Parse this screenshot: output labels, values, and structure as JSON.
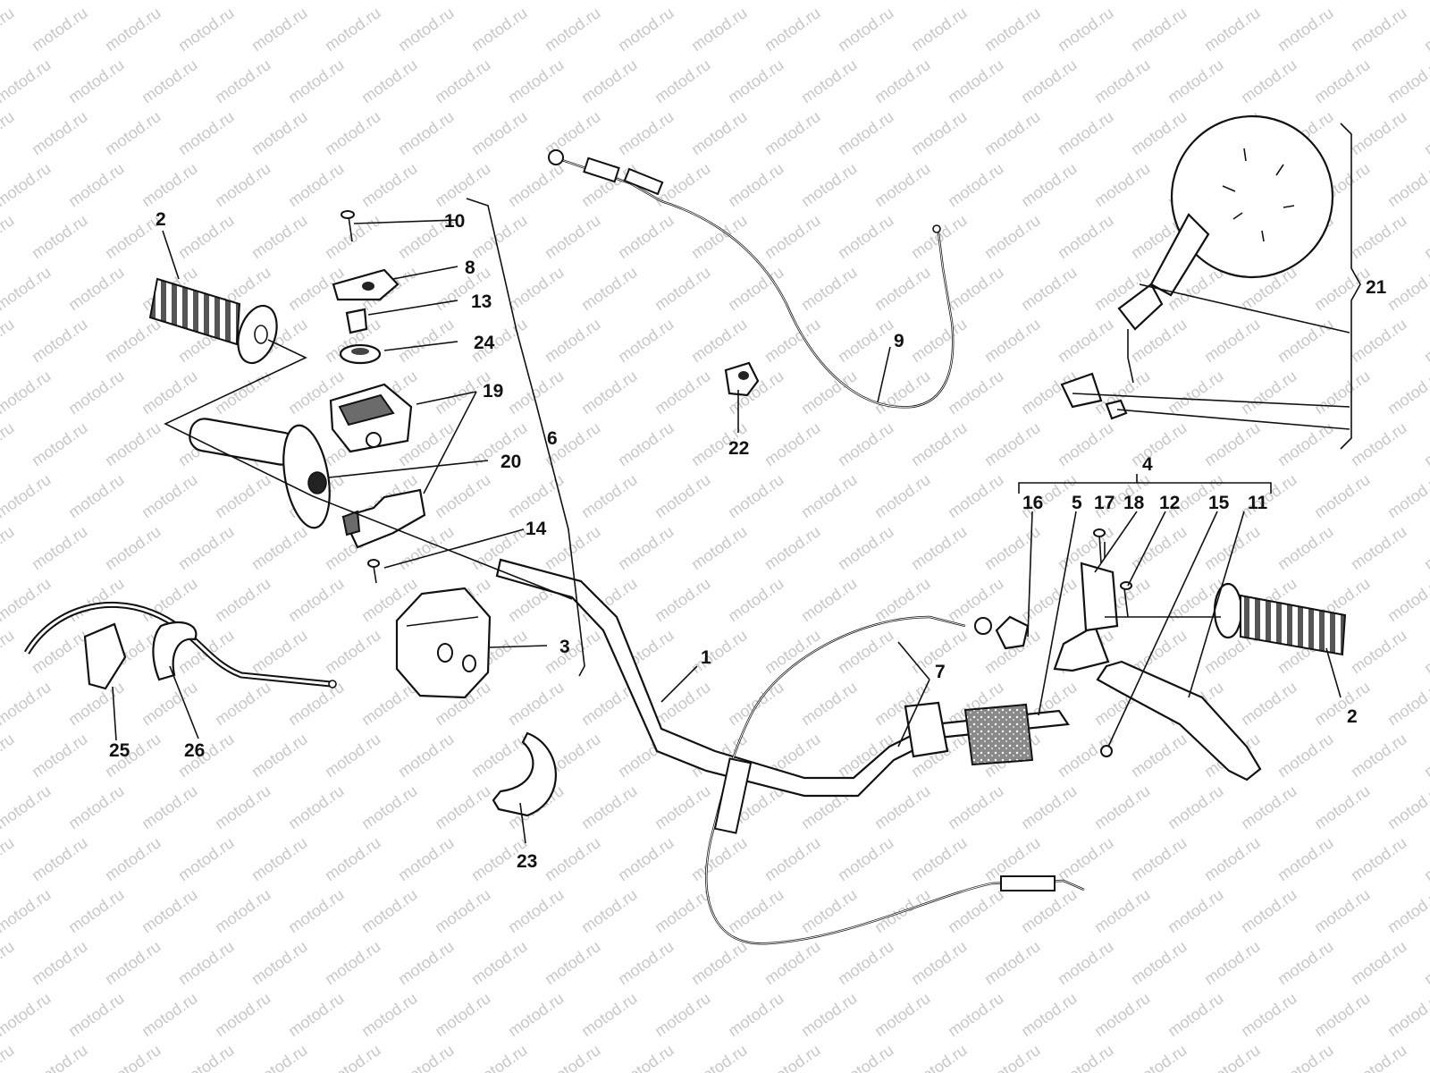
{
  "watermark": "motod.ru",
  "callouts": [
    {
      "id": "c1",
      "text": "1"
    },
    {
      "id": "c2a",
      "text": "2"
    },
    {
      "id": "c2b",
      "text": "2"
    },
    {
      "id": "c3",
      "text": "3"
    },
    {
      "id": "c4",
      "text": "4"
    },
    {
      "id": "c5",
      "text": "5"
    },
    {
      "id": "c6",
      "text": "6"
    },
    {
      "id": "c7",
      "text": "7"
    },
    {
      "id": "c8",
      "text": "8"
    },
    {
      "id": "c9",
      "text": "9"
    },
    {
      "id": "c10",
      "text": "10"
    },
    {
      "id": "c11",
      "text": "11"
    },
    {
      "id": "c12",
      "text": "12"
    },
    {
      "id": "c13",
      "text": "13"
    },
    {
      "id": "c14",
      "text": "14"
    },
    {
      "id": "c15",
      "text": "15"
    },
    {
      "id": "c16",
      "text": "16"
    },
    {
      "id": "c17",
      "text": "17"
    },
    {
      "id": "c18",
      "text": "18"
    },
    {
      "id": "c19",
      "text": "19"
    },
    {
      "id": "c20",
      "text": "20"
    },
    {
      "id": "c21",
      "text": "21"
    },
    {
      "id": "c22",
      "text": "22"
    },
    {
      "id": "c23",
      "text": "23"
    },
    {
      "id": "c24",
      "text": "24"
    },
    {
      "id": "c25",
      "text": "25"
    },
    {
      "id": "c26",
      "text": "26"
    }
  ]
}
